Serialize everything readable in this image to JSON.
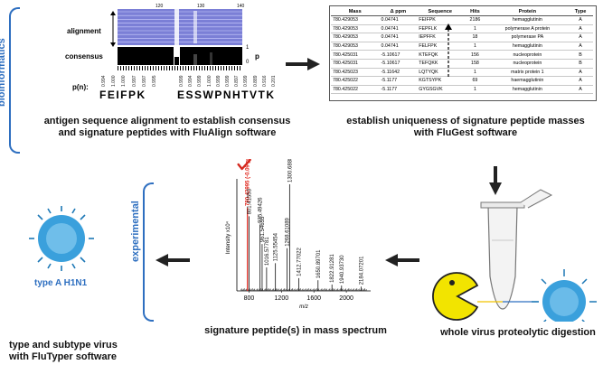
{
  "sections": {
    "bioinformatics": "bioinformatics",
    "experimental": "experimental"
  },
  "alignment": {
    "row_label_alignment": "alignment",
    "row_label_consensus": "consensus",
    "row_label_pn": "p(n):",
    "ruler": [
      "120",
      "130",
      "140"
    ],
    "axis_top": "1",
    "axis_p": "p",
    "axis_zero": "0",
    "residues_a": "FEIFPK",
    "residues_b": "ESSWPNHTVTK",
    "pvalues_a": [
      "0.994",
      "1.000",
      "1.000",
      "0.997",
      "0.997",
      "0.995"
    ],
    "pvalues_b": [
      "0.999",
      "0.994",
      "0.999",
      "1.000",
      "0.999",
      "0.999",
      "0.897",
      "0.999",
      "0.889",
      "0.916",
      "0.201"
    ],
    "colors": {
      "alignment_fill": "#7b7fd6",
      "consensus_bar": "#000000"
    }
  },
  "table": {
    "headers": [
      "Mass",
      "Δ ppm",
      "Sequence",
      "Hits",
      "Protein",
      "Type"
    ],
    "rows": [
      [
        "780.429053",
        "0.04741",
        "FEIFPK",
        "2186",
        "hemagglutinin",
        "A"
      ],
      [
        "780.429053",
        "0.04741",
        "FEPFLK",
        "1",
        "polymerase A protein",
        "A"
      ],
      [
        "780.429053",
        "0.04741",
        "IEPFFK",
        "18",
        "polymerase PA",
        "A"
      ],
      [
        "780.429053",
        "0.04741",
        "FELFPK",
        "1",
        "hemagglutinin",
        "A"
      ],
      [
        "780.425031",
        "-5.10617",
        "KTEFQK",
        "156",
        "nucleoprotein",
        "B"
      ],
      [
        "780.425031",
        "-5.10617",
        "TEFQKK",
        "158",
        "nucleoprotein",
        "B"
      ],
      [
        "780.425023",
        "-5.11642",
        "LQTYQK",
        "1",
        "matrix protein 1",
        "A"
      ],
      [
        "780.425022",
        "-5.1177",
        "KGTSYPK",
        "69",
        "haemagglutinin",
        "A"
      ],
      [
        "780.425022",
        "-5.1177",
        "GYGSGVK",
        "1",
        "hemagglutinin",
        "A"
      ]
    ]
  },
  "captions": {
    "alignment": "antigen sequence alignment to establish consensus and signature peptides with FluAlign software",
    "uniqueness": "establish uniqueness of signature peptide masses with FluGest software",
    "digestion": "whole virus proteolytic digestion",
    "spectrum": "signature peptide(s) in mass spectrum",
    "typing": "type and subtype virus with FluTyper software"
  },
  "virus_label": "type A H1N1",
  "spectrum": {
    "ylabel": "Intensity x10⁴",
    "xlabel": "m/z",
    "xticks": [
      "800",
      "1200",
      "1600",
      "2000"
    ],
    "peaks": [
      {
        "mz": 780.43,
        "rel": 0.78,
        "label": "780.42995 (-0.09 ppm)",
        "highlight": true
      },
      {
        "mz": 801.4,
        "rel": 0.7,
        "label": "801.41553"
      },
      {
        "mz": 935.5,
        "rel": 0.62,
        "label": "935.49426"
      },
      {
        "mz": 961.5,
        "rel": 0.44,
        "label": "961.54655"
      },
      {
        "mz": 1016.6,
        "rel": 0.22,
        "label": "1016.57781"
      },
      {
        "mz": 1125.6,
        "rel": 0.26,
        "label": "1125.55454"
      },
      {
        "mz": 1268.6,
        "rel": 0.4,
        "label": "1268.61089"
      },
      {
        "mz": 1300.7,
        "rel": 1.0,
        "label": "1300.68880"
      },
      {
        "mz": 1412.8,
        "rel": 0.12,
        "label": "1412.77022"
      },
      {
        "mz": 1650.9,
        "rel": 0.1,
        "label": "1650.89701"
      },
      {
        "mz": 1822.9,
        "rel": 0.06,
        "label": "1822.91281"
      },
      {
        "mz": 1940.9,
        "rel": 0.05,
        "label": "1940.93730"
      },
      {
        "mz": 2184.1,
        "rel": 0.04,
        "label": "2184.07201"
      }
    ],
    "colors": {
      "highlight": "#e0251b",
      "check": "#d4281e"
    }
  },
  "colors": {
    "section_blue": "#2e6fc0",
    "pacman": "#f2e400",
    "virus": "#3aa0dc"
  }
}
